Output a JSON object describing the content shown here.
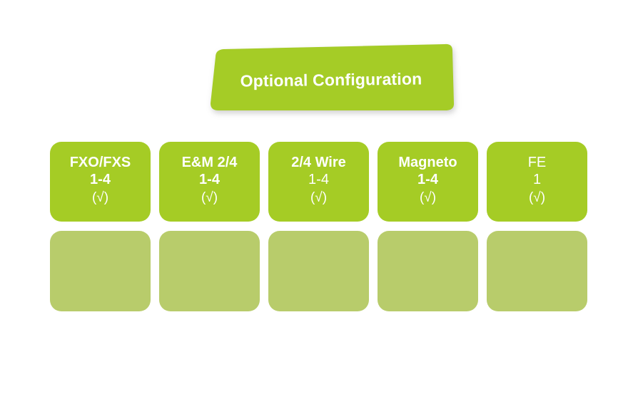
{
  "banner": {
    "label": "Optional Configuration",
    "fill_color": "#a5cc25",
    "text_color": "#ffffff"
  },
  "palette": {
    "card_green": "#a5cc25",
    "slot_green": "#b8cc6b",
    "background": "#ffffff",
    "label_white": "#ffffff"
  },
  "cards": [
    {
      "title": "FXO/FXS",
      "range": "1-4",
      "check": "(√)",
      "title_weight": "bold",
      "range_weight": "bold"
    },
    {
      "title": "E&M 2/4",
      "range": "1-4",
      "check": "(√)",
      "title_weight": "bold",
      "range_weight": "bold"
    },
    {
      "title": "2/4 Wire",
      "range": "1-4",
      "check": "(√)",
      "title_weight": "bold",
      "range_weight": "light"
    },
    {
      "title": "Magneto",
      "range": "1-4",
      "check": "(√)",
      "title_weight": "bold",
      "range_weight": "bold"
    },
    {
      "title": "FE",
      "range": "1",
      "check": "(√)",
      "title_weight": "light",
      "range_weight": "light"
    }
  ],
  "slots": [
    {
      "label": ""
    },
    {
      "label": ""
    },
    {
      "label": ""
    },
    {
      "label": ""
    },
    {
      "label": ""
    }
  ]
}
